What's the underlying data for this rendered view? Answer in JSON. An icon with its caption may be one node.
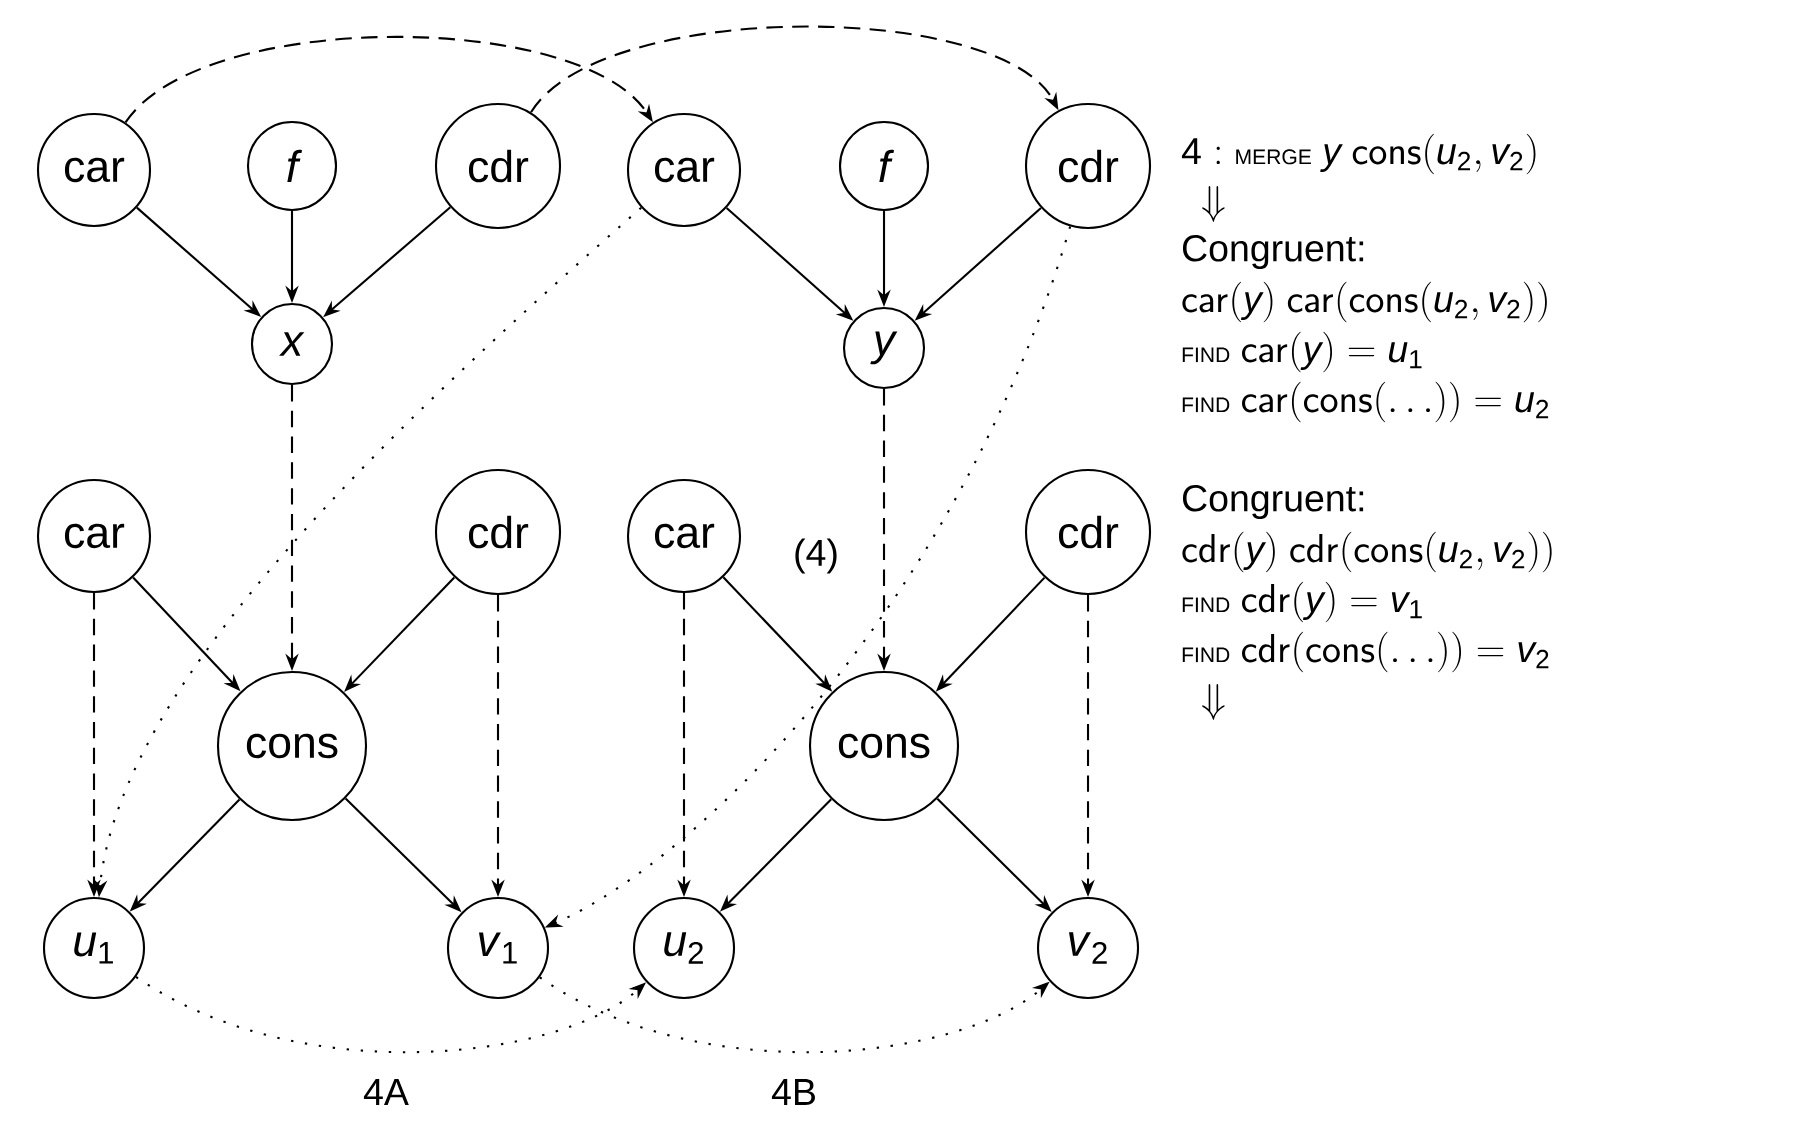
{
  "diagram": {
    "nodes": [
      {
        "text": [
          "car"
        ]
      },
      {
        "text": [
          "f"
        ]
      },
      {
        "text": [
          "cdr"
        ]
      },
      {
        "text": [
          "car"
        ]
      },
      {
        "text": [
          "f"
        ]
      },
      {
        "text": [
          "cdr"
        ]
      },
      {
        "text": [
          "x"
        ]
      },
      {
        "text": [
          "y"
        ]
      },
      {
        "text": [
          "car"
        ]
      },
      {
        "text": [
          "cdr"
        ]
      },
      {
        "text": [
          "car"
        ]
      },
      {
        "text": [
          "cdr"
        ]
      },
      {
        "text": [
          "cons"
        ]
      },
      {
        "text": [
          "cons"
        ]
      },
      {
        "text": [
          "*u*$_{1}$"
        ]
      },
      {
        "text": [
          "*v*$_{1}$"
        ]
      },
      {
        "text": [
          "*u*$_{2}$"
        ]
      },
      {
        "text": [
          "*v*$_{2}$"
        ]
      }
    ],
    "edges": [
      {
        "from": 0,
        "to": 6,
        "arrow": "to"
      },
      {
        "from": 1,
        "to": 6,
        "arrow": "to"
      },
      {
        "from": 2,
        "to": 6,
        "arrow": "to"
      },
      {
        "from": 3,
        "to": 7,
        "arrow": "to"
      },
      {
        "from": 4,
        "to": 7,
        "arrow": "to"
      },
      {
        "from": 5,
        "to": 7,
        "arrow": "to"
      },
      {
        "from": 0,
        "to": 3,
        "arrow": "to",
        "style": "dashed"
      },
      {
        "from": 2,
        "to": 5,
        "arrow": "to",
        "style": "dashed"
      },
      {
        "from": 6,
        "to": 12,
        "arrow": "to",
        "style": "dashed"
      },
      {
        "from": 7,
        "to": 13,
        "arrow": "to",
        "style": "dashed"
      },
      {
        "from": 8,
        "to": 12,
        "arrow": "to"
      },
      {
        "from": 9,
        "to": 12,
        "arrow": "to"
      },
      {
        "from": 10,
        "to": 13,
        "arrow": "to"
      },
      {
        "from": 11,
        "to": 13,
        "arrow": "to"
      },
      {
        "from": 8,
        "to": 14,
        "arrow": "to",
        "style": "dashed"
      },
      {
        "from": 9,
        "to": 15,
        "arrow": "to",
        "style": "dashed"
      },
      {
        "from": 10,
        "to": 16,
        "arrow": "to",
        "style": "dashed"
      },
      {
        "from": 11,
        "to": 17,
        "arrow": "to",
        "style": "dashed"
      },
      {
        "from": 12,
        "to": 14,
        "arrow": "to"
      },
      {
        "from": 12,
        "to": 15,
        "arrow": "to"
      },
      {
        "from": 13,
        "to": 16,
        "arrow": "to"
      },
      {
        "from": 13,
        "to": 17,
        "arrow": "to"
      },
      {
        "from": 3,
        "to": 14,
        "arrow": "to",
        "style": "dashed"
      },
      {
        "from": 5,
        "to": 15,
        "arrow": "to",
        "style": "dashed"
      },
      {
        "from": 14,
        "to": 16,
        "arrow": "to",
        "style": "dashed"
      },
      {
        "from": 15,
        "to": 17,
        "arrow": "to",
        "style": "dashed"
      }
    ],
    "labels": [
      "4 : \\text{\\rmfamily\\small MERGE}\\ y\\ \\mathsf{cons}(u_2, v_2)",
      "\\Downarrow",
      "Congruent:",
      "\\mathsf{car}(y)\\ \\mathsf{car}(\\mathsf{cons}(u_2, v_2))",
      "\\text{\\rmfamily\\small FIND}\\ \\mathsf{car}(y) = u_1",
      "\\text{\\rmfamily\\small FIND}\\ \\mathsf{car}(\\mathsf{cons}(\\ldots)) = u_2",
      "Congruent:",
      "\\mathsf{cdr}(y)\\ \\mathsf{cdr}(\\mathsf{cons}(u_2, v_2))",
      "\\text{\\rmfamily\\small FIND}\\ \\mathsf{cdr}(y) = v_1",
      "\\text{\\rmfamily\\small FIND}\\ \\mathsf{cdr}(\\mathsf{cons}(\\ldots)) = v_2",
      "\\Downarrow",
      "(4)",
      "4A",
      "4B"
    ]
  }
}
